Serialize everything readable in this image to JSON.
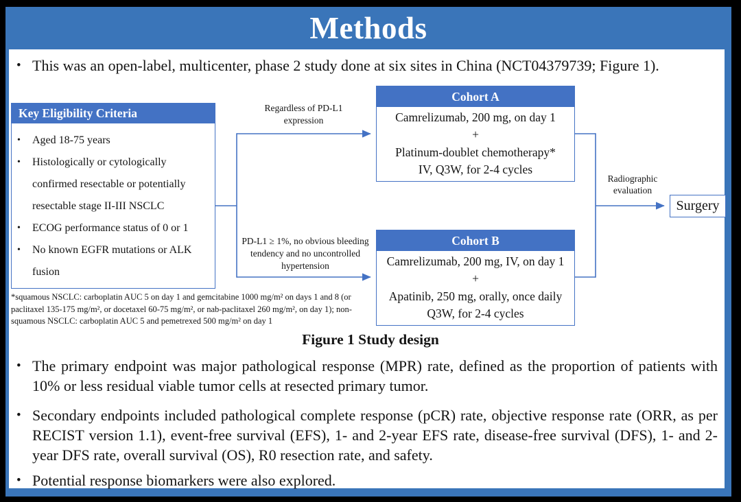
{
  "slide": {
    "title": "Methods",
    "colors": {
      "banner_blue": "#3A75B9",
      "header_blue": "#4372C4",
      "line_blue": "#4472C4",
      "background": "#FFFFFF",
      "text": "#141414"
    }
  },
  "intro": {
    "marker": "•",
    "text": "This was an open-label, multicenter, phase 2 study done at six sites in China (NCT04379739; Figure 1)."
  },
  "figure": {
    "caption": "Figure 1 Study design",
    "eligibility": {
      "header": "Key Eligibility Criteria",
      "bullet_char": "•",
      "items": [
        "Aged 18-75 years",
        "Histologically or cytologically confirmed resectable or potentially resectable stage II-III NSCLC",
        "ECOG performance status of 0 or 1",
        "No known EGFR mutations or ALK fusion"
      ]
    },
    "footnote": "*squamous NSCLC: carboplatin AUC 5 on day 1 and gemcitabine 1000 mg/m² on days 1 and 8 (or paclitaxel 135-175 mg/m², or docetaxel 60-75 mg/m², or nab-paclitaxel 260 mg/m², on day 1); non-squamous NSCLC: carboplatin AUC 5 and pemetrexed 500 mg/m² on day 1",
    "branch_top_label": "Regardless of PD-L1 expression",
    "branch_bottom_label": "PD-L1 ≥ 1%, no obvious bleeding tendency and no uncontrolled hypertension",
    "cohort_a": {
      "header": "Cohort A",
      "lines": [
        "Camrelizumab, 200 mg, on day 1",
        "+",
        "Platinum-doublet chemotherapy*",
        "IV, Q3W, for 2-4 cycles"
      ]
    },
    "cohort_b": {
      "header": "Cohort B",
      "lines": [
        "Camrelizumab, 200 mg, IV, on day 1",
        "+",
        "Apatinib, 250 mg, orally, once daily",
        "Q3W, for 2-4 cycles"
      ]
    },
    "radiographic_label": "Radiographic evaluation",
    "surgery_label": "Surgery"
  },
  "bullets": [
    {
      "marker": "•",
      "text": "The primary endpoint was major pathological response (MPR) rate, defined as the proportion of patients with 10% or less residual viable tumor cells at resected primary tumor."
    },
    {
      "marker": "•",
      "text": "Secondary endpoints included pathological complete response (pCR) rate, objective response rate (ORR, as per RECIST version 1.1), event-free survival (EFS), 1- and 2-year EFS rate, disease-free survival (DFS), 1- and 2-year DFS rate, overall survival (OS), R0 resection rate, and safety."
    },
    {
      "marker": "•",
      "text": "Potential response biomarkers were also explored."
    }
  ]
}
